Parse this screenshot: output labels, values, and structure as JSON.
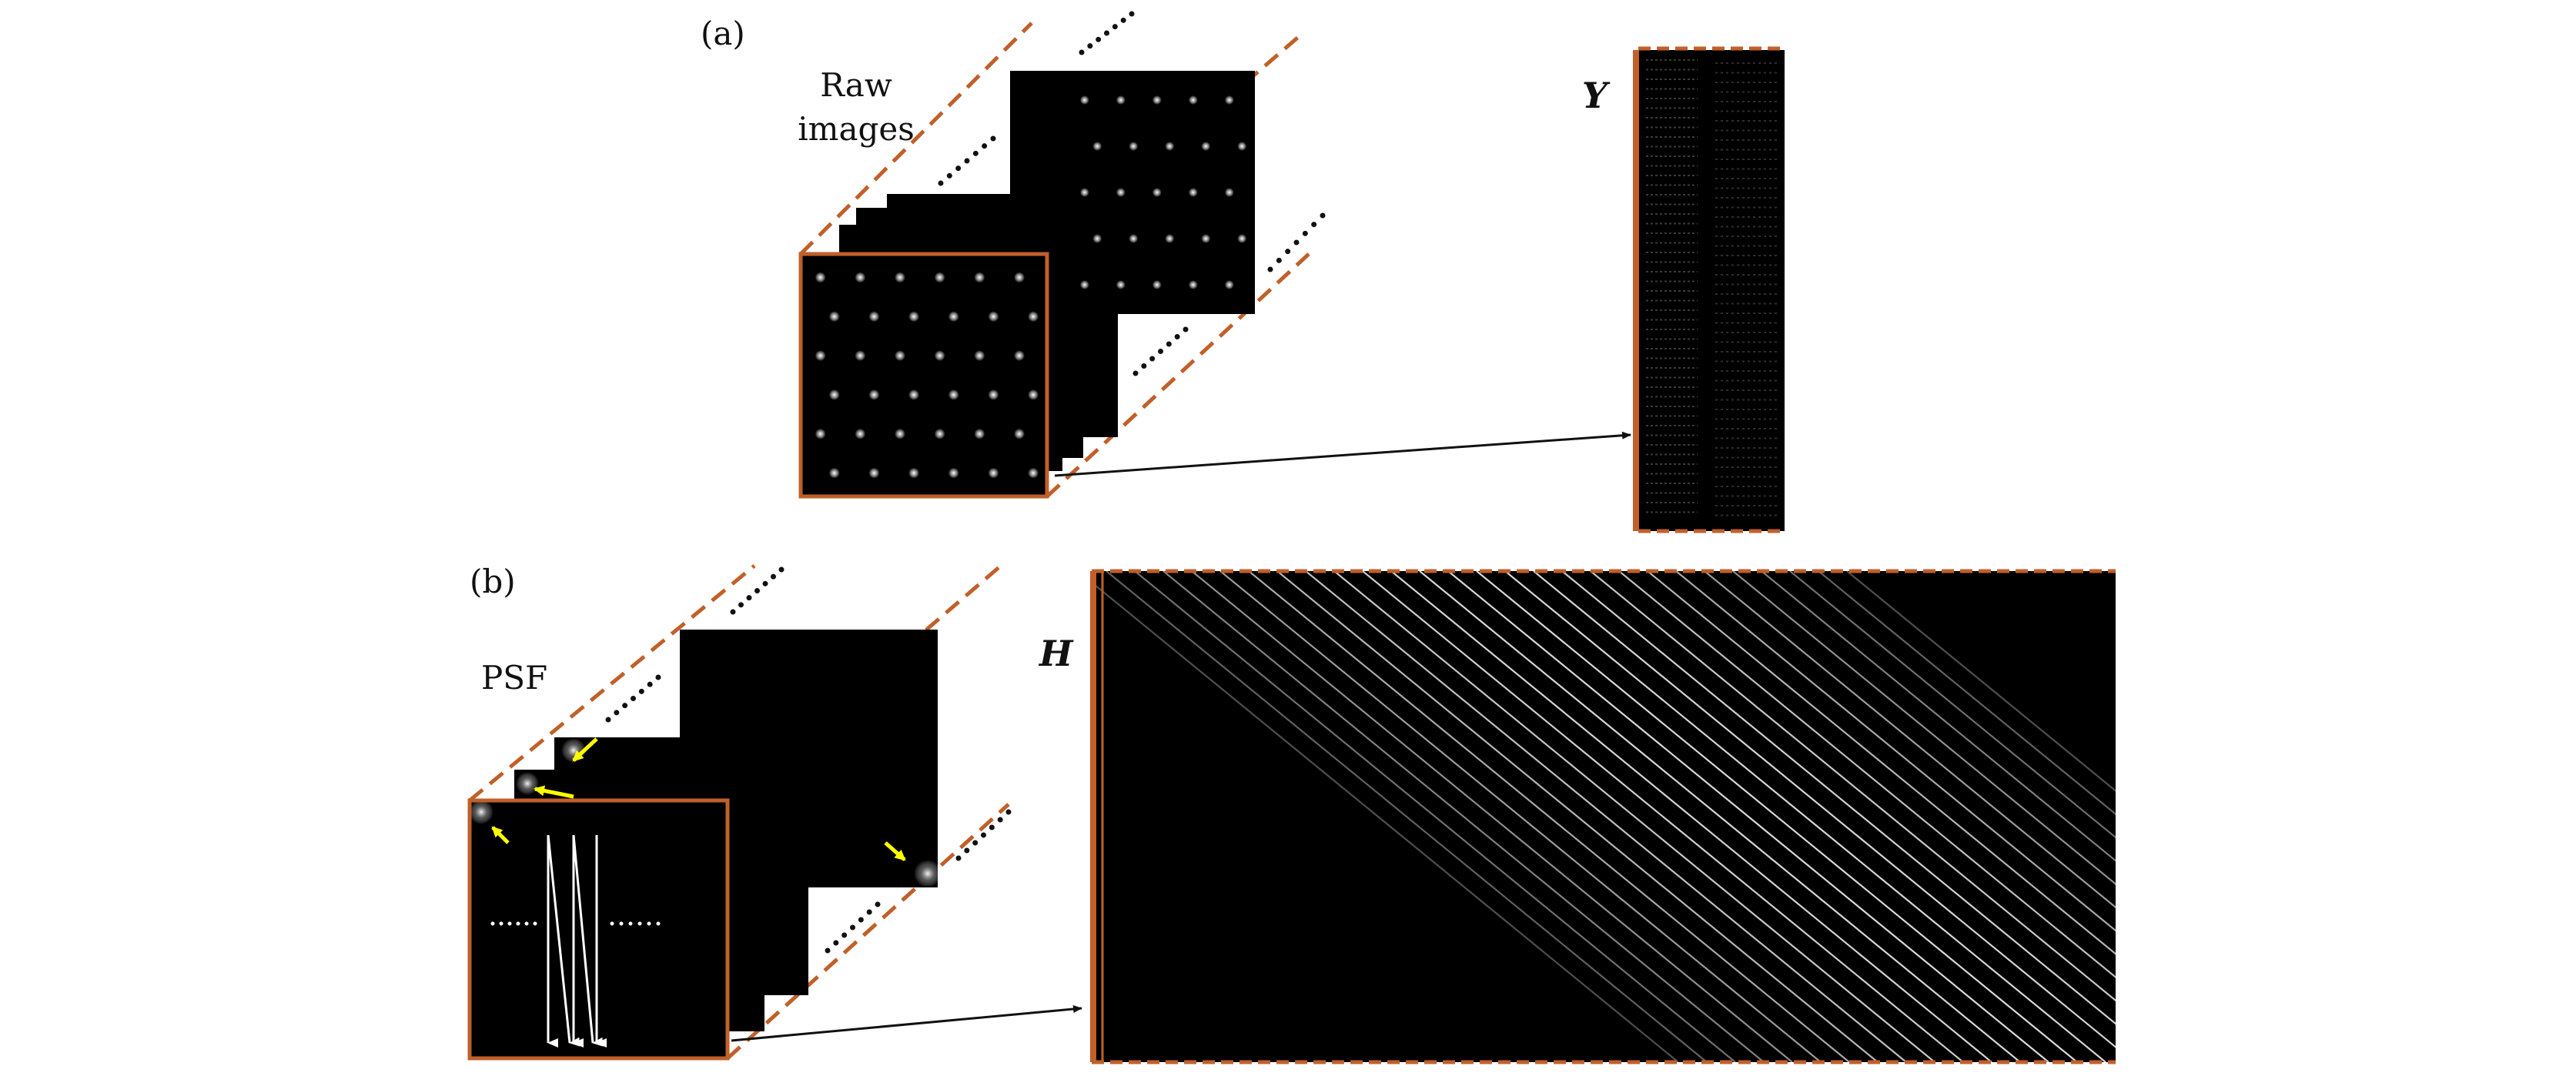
{
  "panel_a": {
    "tag": "(a)",
    "caption_lines": [
      "Raw",
      "images"
    ],
    "matrix_symbol": "Y"
  },
  "panel_b": {
    "tag": "(b)",
    "caption": "PSF",
    "matrix_symbol": "H"
  },
  "colors": {
    "frame": "#c0602a",
    "image_bg": "#000000",
    "spot": "#ffffff",
    "arrow": "#ffff00",
    "dots": "#111111",
    "connector": "#111111"
  }
}
